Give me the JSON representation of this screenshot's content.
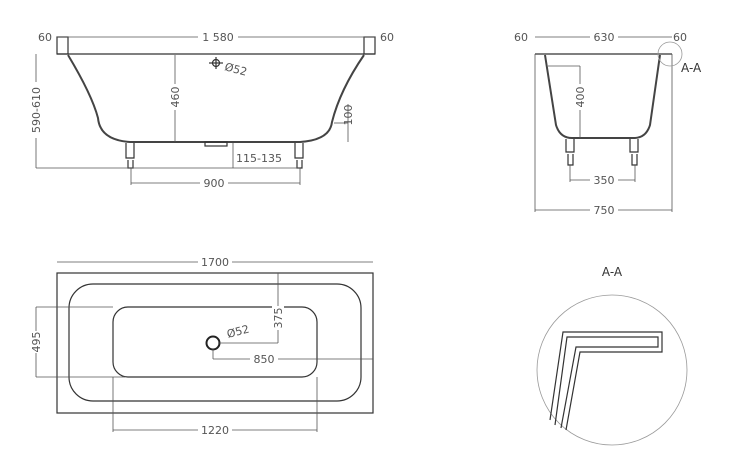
{
  "side_view": {
    "flange_left": "60",
    "length_inner": "1 580",
    "flange_right": "60",
    "total_height": "590-610",
    "depth": "460",
    "drain_diameter": "Ø52",
    "rim_step": "100",
    "leg_adjust": "115-135",
    "leg_spacing": "900"
  },
  "end_view": {
    "flange_left": "60",
    "width_inner": "630",
    "flange_right": "60",
    "depth": "400",
    "leg_spacing": "350",
    "total_width": "750",
    "section_marker": "A-A"
  },
  "plan_view": {
    "length": "1700",
    "bottom_width": "495",
    "drain_offset_y": "375",
    "drain_diameter": "Ø52",
    "drain_offset_x": "850",
    "bottom_length": "1220"
  },
  "detail": {
    "title": "A-A"
  }
}
